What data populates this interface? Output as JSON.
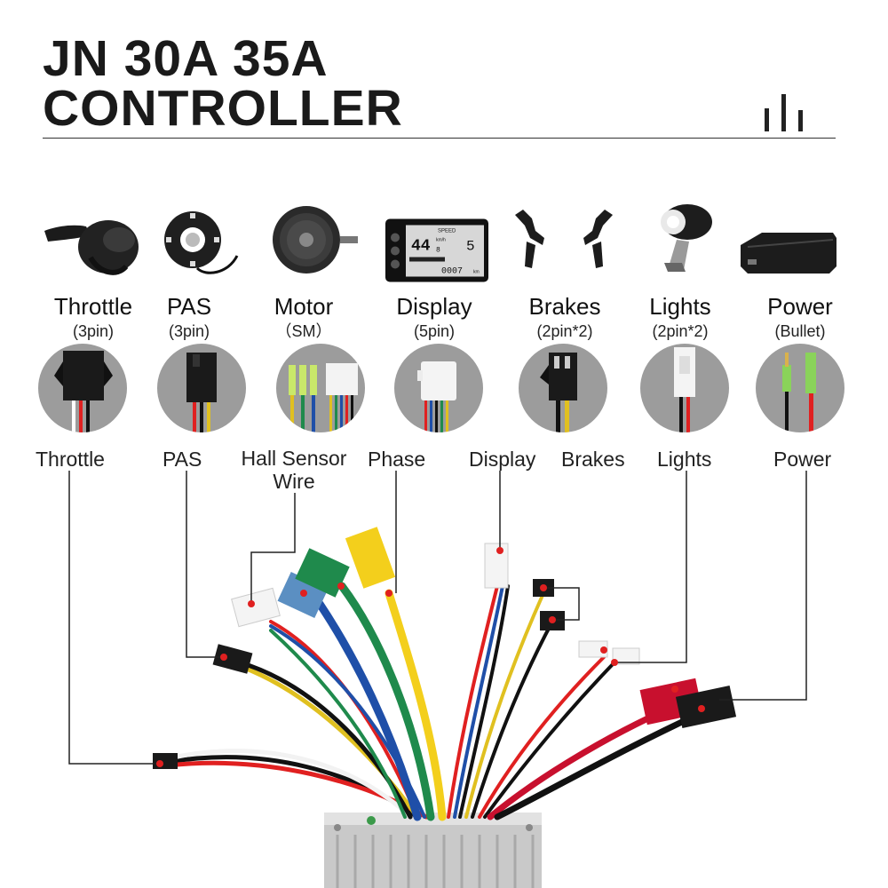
{
  "header": {
    "title_line1": "JN 30A 35A",
    "title_line2": "CONTROLLER",
    "icon": "signal-bars-icon"
  },
  "components": [
    {
      "name": "Throttle",
      "pin": "(3pin)",
      "icon": "thumb-throttle-icon"
    },
    {
      "name": "PAS",
      "pin": "(3pin)",
      "icon": "pas-sensor-icon"
    },
    {
      "name": "Motor",
      "pin": "（SM）",
      "icon": "hub-motor-icon"
    },
    {
      "name": "Display",
      "pin": "(5pin)",
      "icon": "lcd-display-icon"
    },
    {
      "name": "Brakes",
      "pin": "(2pin*2)",
      "icon": "brake-lever-icon"
    },
    {
      "name": "Lights",
      "pin": "(2pin*2)",
      "icon": "headlight-icon"
    },
    {
      "name": "Power",
      "pin": "(Bullet)",
      "icon": "battery-pack-icon"
    }
  ],
  "display_readout": {
    "speed_label": "SPEED",
    "speed": "44",
    "speed_decimal": "8",
    "unit": "km/h",
    "level": "5",
    "odo": "0007",
    "odo_unit": "km"
  },
  "wire_labels": {
    "throttle": "Throttle",
    "pas": "PAS",
    "hall_line1": "Hall Sensor",
    "hall_line2": "Wire",
    "phase": "Phase",
    "display": "Display",
    "brakes": "Brakes",
    "lights": "Lights",
    "power": "Power"
  },
  "colors": {
    "pointer_dot": "#e02020",
    "leader_line": "#222222",
    "circle_bg": "#9c9c9c",
    "phase_yellow": "#f3cf1c",
    "phase_green": "#1f8a4c",
    "phase_blue": "#1f4fa8",
    "battery_red": "#c8102e"
  }
}
